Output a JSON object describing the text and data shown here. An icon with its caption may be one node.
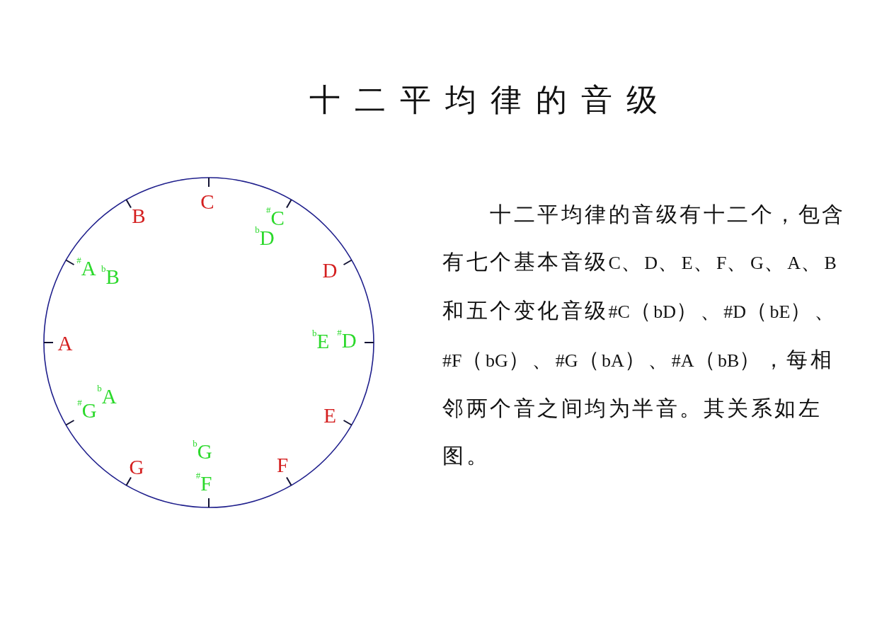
{
  "diagram": {
    "title": "十二平均律的音级",
    "labels": [
      "C",
      "B",
      "$^{#}$C",
      "$^{b}$D",
      "D",
      "$^{#}$A",
      "$^{b}$B",
      "A",
      "$^{b}$E",
      "$^{#}$D",
      "$^{b}$A",
      "$^{#}$G",
      "E",
      "$^{b}$G",
      "G",
      "F",
      "$^{#}$F",
      "十二平均律的音级有十二个，包含有七个基本音级C、D、E、F、G、A、B和五个变化音级#C（bD）、#D（bE）、#F（bG）、#G（bA）、#A（bB），每相邻两个音之间均为半音。其关系如左图。"
    ]
  }
}
